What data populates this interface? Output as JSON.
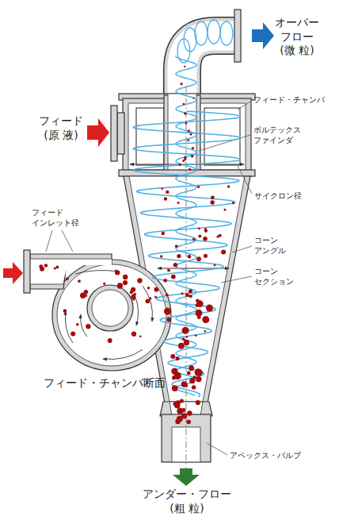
{
  "diagram": {
    "labels": [
      "オーバー フロー (微 粒)",
      "フィード (原 液)",
      "フィード・チャンバ",
      "ボルテックス ファインダ",
      "サイクロン径",
      "フィード インレット径",
      "コーン アングル",
      "コーン セクション",
      "フィード・チャンバ断面",
      "アペックス・バルブ",
      "アンダー・フロー (粗 粒)"
    ]
  }
}
